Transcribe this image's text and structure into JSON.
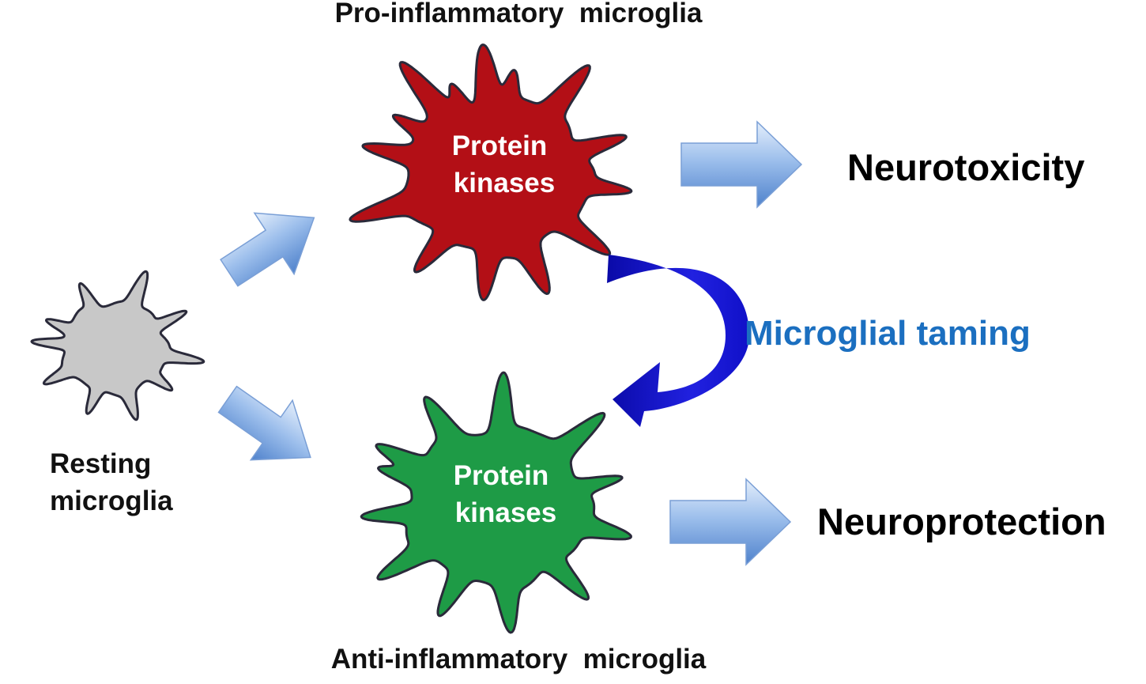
{
  "cells": {
    "resting": {
      "caption_line1": "Resting",
      "caption_line2": "microglia",
      "color": "#c8c8c8"
    },
    "pro": {
      "caption": "Pro-inflammatory  microglia",
      "inner_line1": "Protein",
      "inner_line2": "kinases",
      "color": "#b30f16"
    },
    "anti": {
      "caption": "Anti-inflammatory  microglia",
      "inner_line1": "Protein",
      "inner_line2": "kinases",
      "color": "#1e9b46"
    }
  },
  "outcomes": {
    "neurotoxicity": "Neurotoxicity",
    "neuroprotection": "Neuroprotection"
  },
  "taming": {
    "label": "Microglial taming",
    "color": "#1b6fc0",
    "arrow_color": "#1212d0"
  },
  "colors": {
    "block_arrow": "#7ea8e0",
    "outline": "#2a2a3a"
  }
}
